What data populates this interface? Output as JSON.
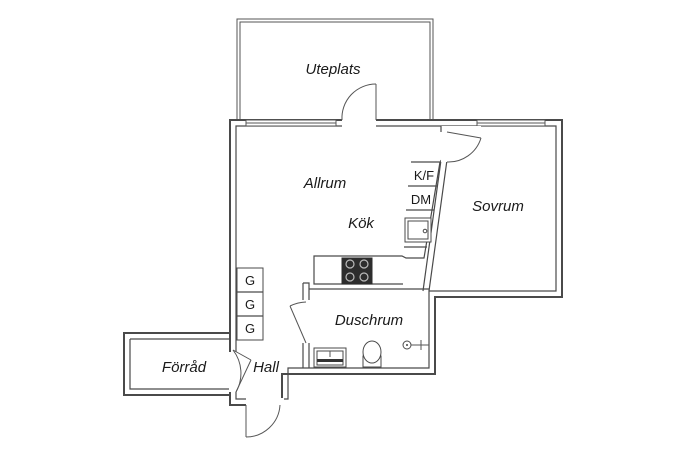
{
  "rooms": {
    "uteplats": "Uteplats",
    "allrum": "Allrum",
    "kok": "Kök",
    "sovrum": "Sovrum",
    "duschrum": "Duschrum",
    "forrad": "Förråd",
    "hall": "Hall"
  },
  "appliances": {
    "fridge_freezer": "K/F",
    "dishwasher": "DM",
    "wardrobe_1": "G",
    "wardrobe_2": "G",
    "wardrobe_3": "G"
  }
}
